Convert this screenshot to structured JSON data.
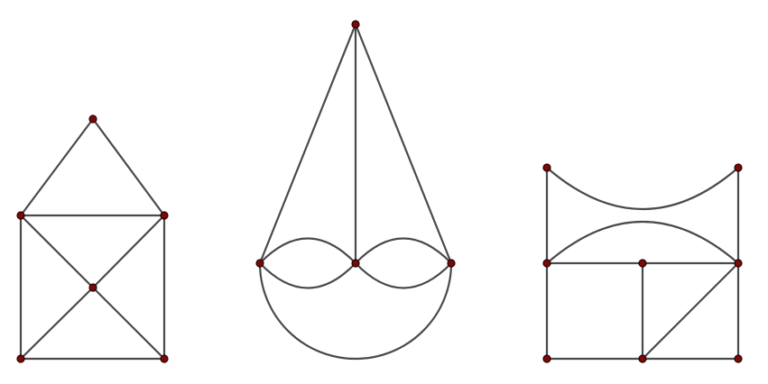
{
  "colors": {
    "background": "#ffffff",
    "edge": "#4a4a4a",
    "node_fill": "#7a0a0a",
    "node_stroke": "#2a0000"
  },
  "figures": [
    {
      "id": "house-graph",
      "vertex_count": 6,
      "edge_count": 10
    },
    {
      "id": "cone-graph",
      "vertex_count": 4,
      "edge_count": 8
    },
    {
      "id": "box-graph",
      "vertex_count": 8,
      "edge_count": 12
    }
  ]
}
